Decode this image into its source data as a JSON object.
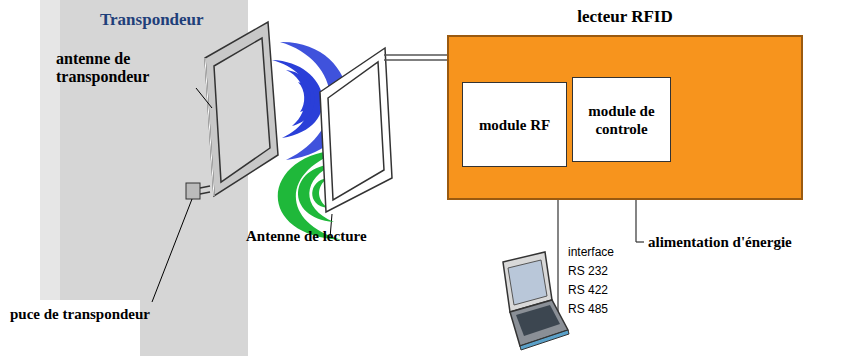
{
  "diagram": {
    "nodes": [
      {
        "text": [
          "lecteur RFID"
        ]
      },
      {
        "text": [
          "module RF"
        ],
        "in": 0
      },
      {
        "text": [
          "module de controle"
        ],
        "in": 0
      }
    ],
    "labels": [
      "Transpondeur",
      "antenne de transpondeur",
      "Antenne de lecture",
      "puce de transpondeur",
      "interface",
      "RS 232",
      "RS 422",
      "RS 485",
      "alimentation d'énergie"
    ]
  }
}
